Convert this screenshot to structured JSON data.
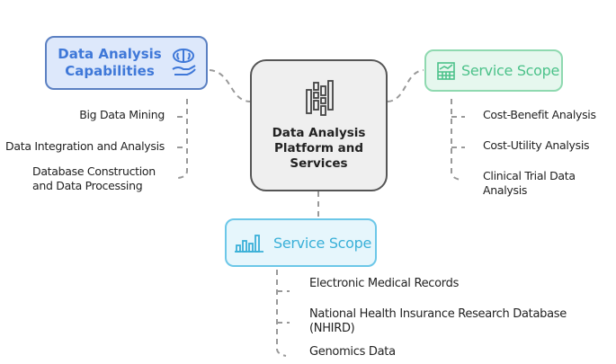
{
  "center": {
    "title_lines": [
      "Data Analysis",
      "Platform and",
      "Services"
    ],
    "icon": "bar-columns-icon"
  },
  "left": {
    "title_lines": [
      "Data Analysis",
      "Capabilities"
    ],
    "icon": "brain-hand-icon",
    "color": "#3f78d8",
    "items": [
      "Big Data Mining",
      "Data Integration and Analysis",
      [
        "Database Construction",
        "and Data Processing"
      ]
    ]
  },
  "right": {
    "title": "Service Scope",
    "icon": "spreadsheet-chart-icon",
    "color": "#4cc28a",
    "items": [
      "Cost-Benefit Analysis",
      "Cost-Utility Analysis",
      [
        "Clinical Trial Data",
        "Analysis"
      ]
    ]
  },
  "bottom": {
    "title": "Service Scope",
    "icon": "bar-chart-icon",
    "color": "#3ab0d8",
    "items": [
      "Electronic Medical Records",
      [
        "National Health Insurance Research Database",
        "(NHIRD)"
      ],
      "Genomics Data"
    ]
  }
}
